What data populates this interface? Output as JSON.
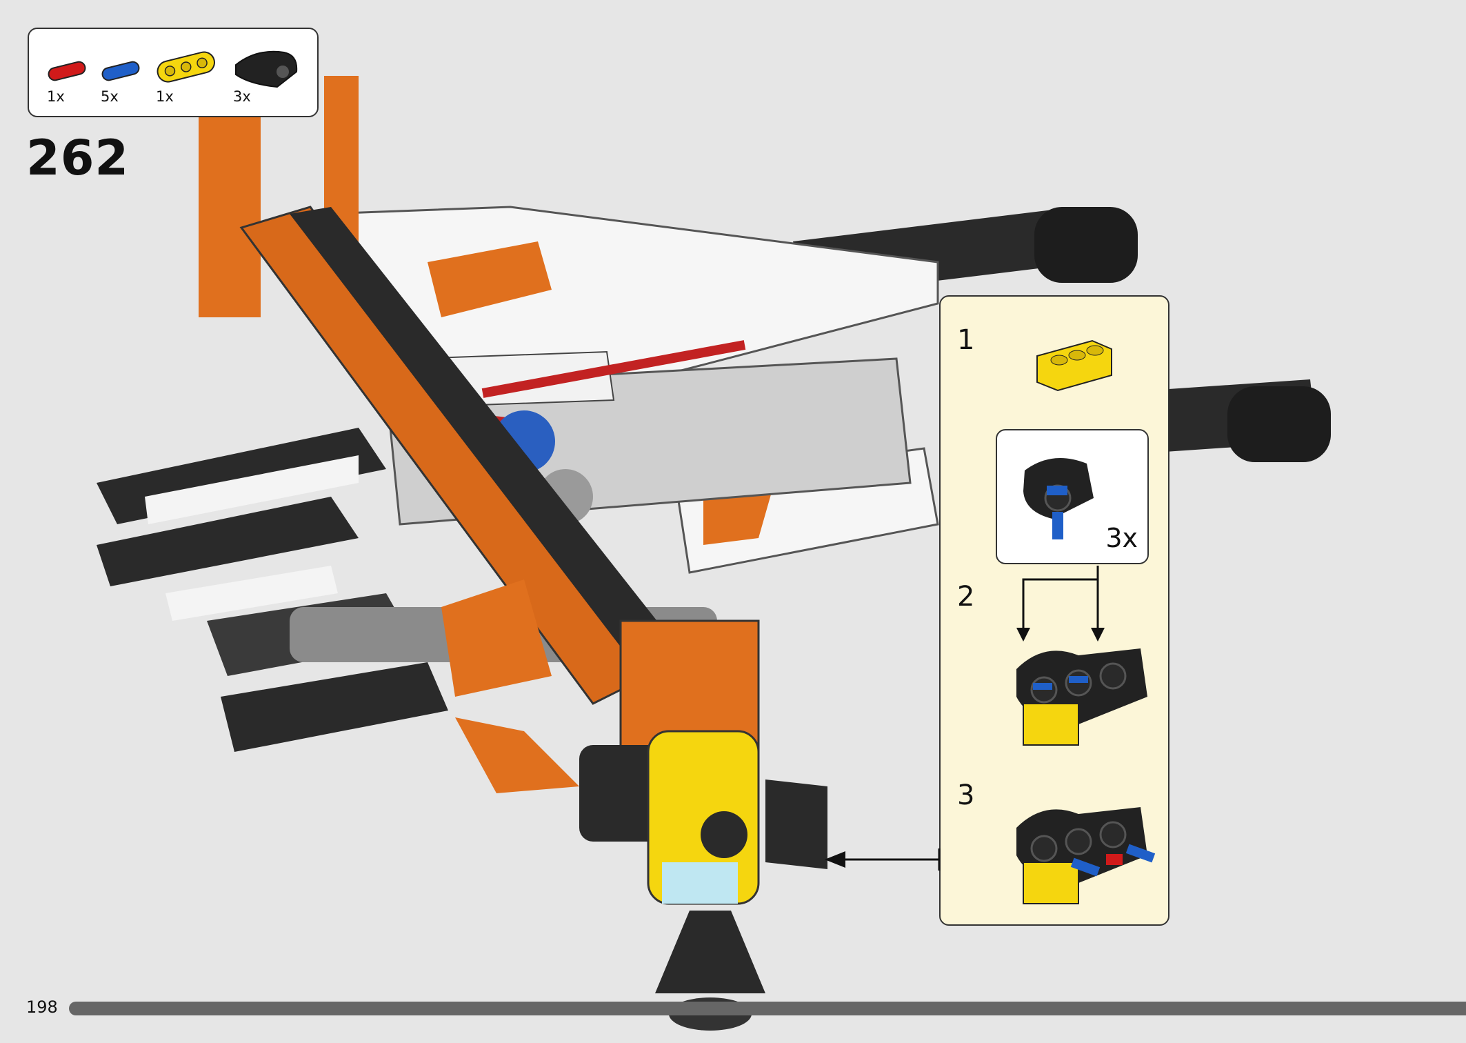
{
  "step": {
    "number": "262"
  },
  "parts_list": {
    "items": [
      {
        "name": "red-axle-pin",
        "qty": "1x",
        "color": "#d11a1a"
      },
      {
        "name": "blue-axle-pin",
        "qty": "5x",
        "color": "#1f5fc8"
      },
      {
        "name": "yellow-beam-3",
        "qty": "1x",
        "color": "#f5d60f"
      },
      {
        "name": "black-panel-connector",
        "qty": "3x",
        "color": "#222222"
      }
    ]
  },
  "sub_assembly": {
    "steps": [
      {
        "number": "1"
      },
      {
        "number": "2"
      },
      {
        "number": "3"
      }
    ],
    "multiplier": "3x"
  },
  "footer": {
    "page_number": "198"
  },
  "colors": {
    "orange": "#e0701e",
    "black": "#2a2a2a",
    "white": "#ffffff",
    "yellow": "#f5d60f",
    "panel_bg": "#fcf6d8",
    "background": "#e6e6e6"
  }
}
